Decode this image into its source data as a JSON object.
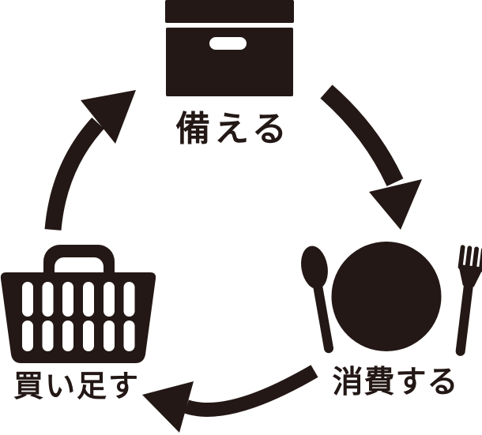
{
  "diagram": {
    "type": "cycle",
    "background": "#ffffff",
    "ink_color": "#231815",
    "nodes": [
      {
        "id": "prepare",
        "label": "備える",
        "icon": "storage-box-icon",
        "position": "top"
      },
      {
        "id": "consume",
        "label": "消費する",
        "icon": "plate-and-cutlery-icon",
        "position": "bottom-right"
      },
      {
        "id": "restock",
        "label": "買い足す",
        "icon": "shopping-basket-icon",
        "position": "bottom-left"
      }
    ],
    "arrows": [
      {
        "from": "prepare",
        "to": "consume",
        "shape": "curved",
        "direction": "clockwise"
      },
      {
        "from": "consume",
        "to": "restock",
        "shape": "curved",
        "direction": "clockwise"
      },
      {
        "from": "restock",
        "to": "prepare",
        "shape": "curved",
        "direction": "clockwise"
      }
    ]
  }
}
